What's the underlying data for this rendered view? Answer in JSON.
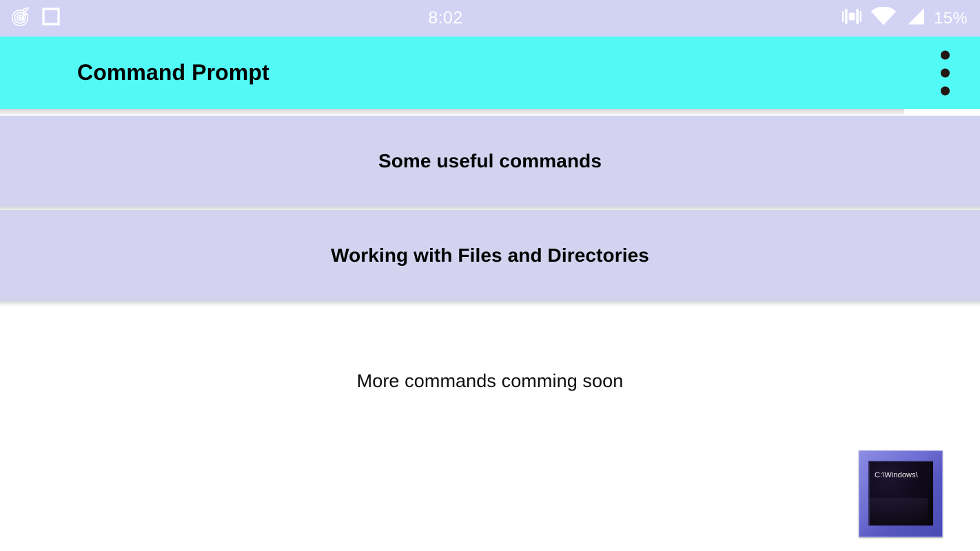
{
  "status_bar": {
    "clock": "8:02",
    "battery_percent": "15%",
    "left_icons": [
      {
        "name": "music-note-icon"
      },
      {
        "name": "square-outline-icon"
      }
    ],
    "right_icons": [
      {
        "name": "vibrate-icon"
      },
      {
        "name": "wifi-icon"
      },
      {
        "name": "cellular-signal-icon"
      }
    ],
    "background_color": "#d2d2f4",
    "text_color": "#ffffff"
  },
  "app_bar": {
    "title": "Command Prompt",
    "background_color": "#52f9f5",
    "title_color": "#000000",
    "overflow_icon": "more-vert-icon",
    "overflow_dots": 3
  },
  "main": {
    "cards": [
      {
        "label": "Some useful commands"
      },
      {
        "label": "Working with Files and Directories"
      }
    ],
    "card_background_color": "#d3d3f0",
    "note": "More commands comming soon"
  },
  "thumbnail": {
    "name": "command-prompt-icon",
    "console_text": "C:\\Windows\\",
    "frame_color": "#6f6fd4",
    "screen_color": "#100b1c"
  }
}
